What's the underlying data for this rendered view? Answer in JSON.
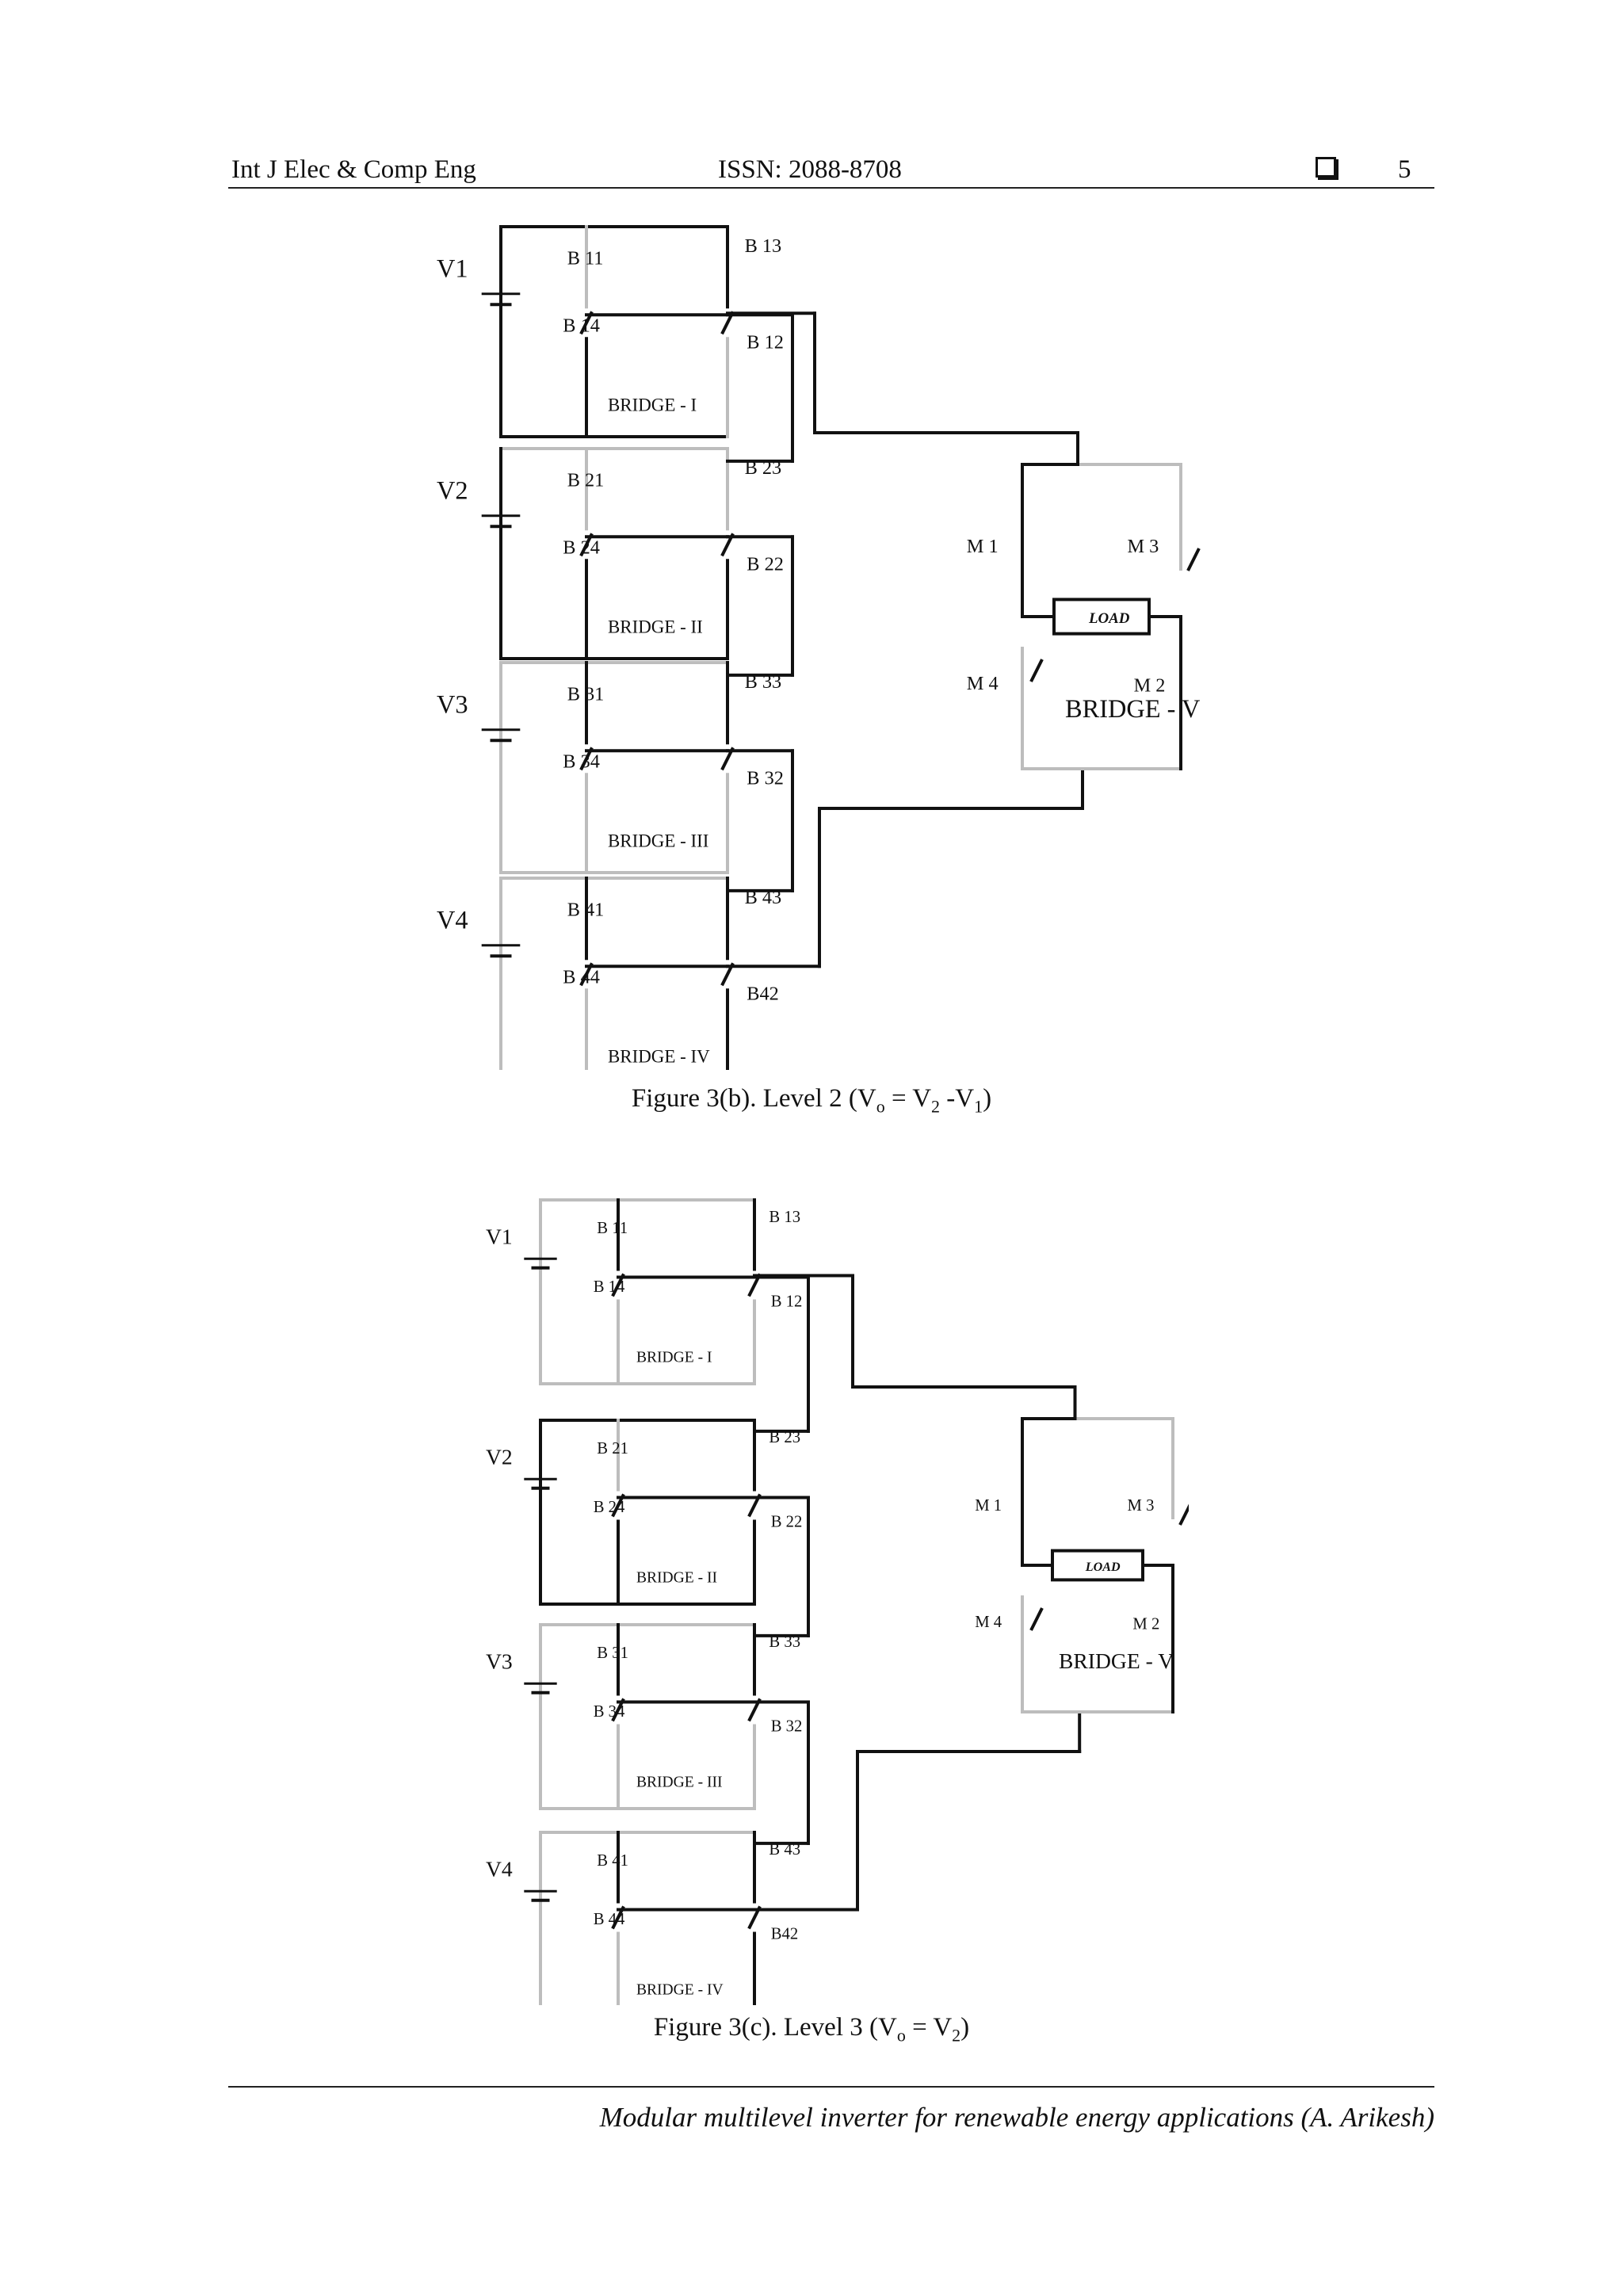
{
  "header": {
    "journal": "Int J Elec & Comp Eng",
    "issn": "ISSN: 2088-8708",
    "box_icon": "square-outline-icon",
    "page_number": "5"
  },
  "figures": [
    {
      "id": "fig3b",
      "caption_prefix": "Figure 3(b). Level 2 (V",
      "caption_sub1": "o",
      "caption_mid1": " = V",
      "caption_sub2": "2",
      "caption_mid2": " -V",
      "caption_sub3": "1",
      "caption_end": ")"
    },
    {
      "id": "fig3c",
      "caption_prefix": "Figure 3(c). Level 3 (V",
      "caption_sub1": "o",
      "caption_mid1": " = V",
      "caption_sub2": "2",
      "caption_mid2": ")",
      "caption_sub3": "",
      "caption_end": ""
    }
  ],
  "circuit_labels": {
    "sources": [
      "V1",
      "V2",
      "V3",
      "V4"
    ],
    "bridges": [
      "BRIDGE - I",
      "BRIDGE - II",
      "BRIDGE - III",
      "BRIDGE - IV",
      "BRIDGE - V"
    ],
    "switches": {
      "bridge1": [
        "B 11",
        "B 14",
        "B 13",
        "B 12"
      ],
      "bridge2": [
        "B 21",
        "B 24",
        "B 23",
        "B 22"
      ],
      "bridge3": [
        "B 31",
        "B 34",
        "B 33",
        "B 32"
      ],
      "bridge4": [
        "B 41",
        "B 44",
        "B 43",
        "B42"
      ],
      "bridge5": [
        "M 1",
        "M 4",
        "M 3",
        "M 2"
      ]
    },
    "load": "LOAD"
  },
  "footer": {
    "text": "Modular multilevel inverter for renewable energy applications (A. Arikesh)"
  }
}
